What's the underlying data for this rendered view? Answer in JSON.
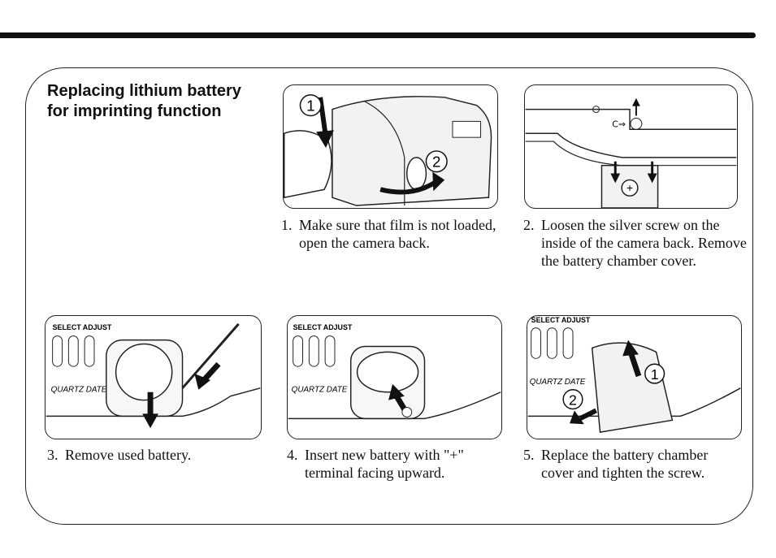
{
  "title": "Replacing lithium battery for imprinting function",
  "steps": [
    {
      "number": "1.",
      "text": "Make sure that film is not loaded, open the camera back."
    },
    {
      "number": "2.",
      "text": "Loosen the silver screw on the inside of the camera back. Remove the battery chamber cover."
    },
    {
      "number": "3.",
      "text": "Remove used battery."
    },
    {
      "number": "4.",
      "text": "Insert new battery with \"+\" terminal facing upward."
    },
    {
      "number": "5.",
      "text": "Replace the battery chamber cover and tighten the screw."
    }
  ],
  "figure_labels": {
    "circle_1": "1",
    "circle_2": "2",
    "select_adjust": "SELECT  ADJUST",
    "quartz_date": "QUARTZ DATE",
    "plus": "+"
  }
}
